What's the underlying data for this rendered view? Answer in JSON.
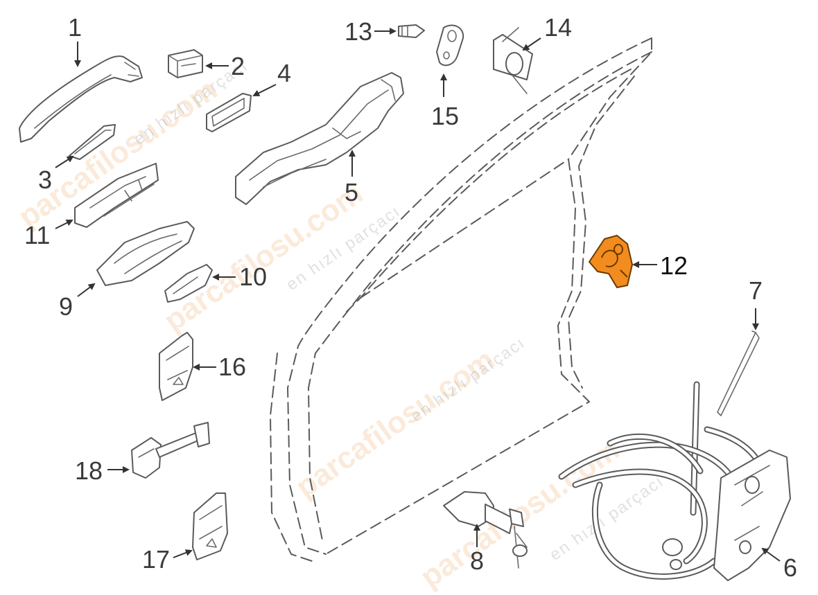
{
  "watermark": {
    "brand": "parcafilosu.com",
    "tagline": "en hızlı parçacı"
  },
  "highlight_color": "#f28c1e",
  "callouts": [
    {
      "id": "1",
      "label": "1"
    },
    {
      "id": "2",
      "label": "2"
    },
    {
      "id": "3",
      "label": "3"
    },
    {
      "id": "4",
      "label": "4"
    },
    {
      "id": "5",
      "label": "5"
    },
    {
      "id": "6",
      "label": "6"
    },
    {
      "id": "7",
      "label": "7"
    },
    {
      "id": "8",
      "label": "8"
    },
    {
      "id": "9",
      "label": "9"
    },
    {
      "id": "10",
      "label": "10"
    },
    {
      "id": "11",
      "label": "11"
    },
    {
      "id": "12",
      "label": "12",
      "highlighted": true
    },
    {
      "id": "13",
      "label": "13"
    },
    {
      "id": "14",
      "label": "14"
    },
    {
      "id": "15",
      "label": "15"
    },
    {
      "id": "16",
      "label": "16"
    },
    {
      "id": "17",
      "label": "17"
    },
    {
      "id": "18",
      "label": "18"
    }
  ]
}
